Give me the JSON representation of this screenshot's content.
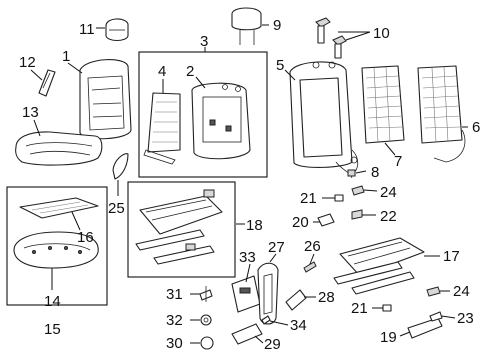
{
  "callouts": {
    "c1": "1",
    "c2": "2",
    "c3": "3",
    "c4": "4",
    "c5": "5",
    "c6": "6",
    "c7": "7",
    "c8": "8",
    "c9": "9",
    "c10": "10",
    "c11": "11",
    "c12": "12",
    "c13": "13",
    "c14": "14",
    "c15": "15",
    "c16": "16",
    "c17": "17",
    "c18": "18",
    "c19": "19",
    "c20": "20",
    "c21a": "21",
    "c21b": "21",
    "c22": "22",
    "c23": "23",
    "c24a": "24",
    "c24b": "24",
    "c25": "25",
    "c26": "26",
    "c27": "27",
    "c28": "28",
    "c29": "29",
    "c30": "30",
    "c31": "31",
    "c32": "32",
    "c33": "33",
    "c34": "34"
  }
}
